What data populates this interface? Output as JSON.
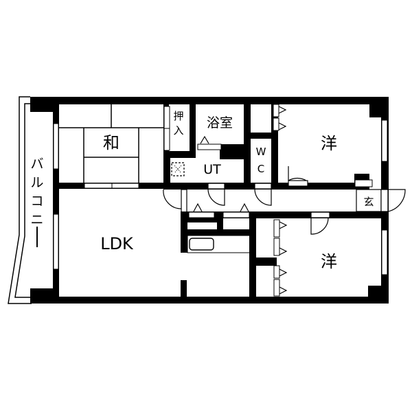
{
  "floorplan": {
    "colors": {
      "wall": "#000000",
      "background": "#ffffff",
      "line": "#000000"
    },
    "rooms": {
      "washitsu": {
        "label": "和"
      },
      "oshiire": {
        "label_1": "押",
        "label_2": "入"
      },
      "bathroom": {
        "label": "浴室"
      },
      "utility": {
        "label": "UT"
      },
      "wc": {
        "label_1": "W",
        "label_2": "C"
      },
      "western_room_1": {
        "label": "洋"
      },
      "western_room_2": {
        "label": "洋"
      },
      "ldk": {
        "label": "LDK"
      },
      "entrance": {
        "label": "玄"
      },
      "balcony": {
        "chars": [
          "バ",
          "ル",
          "コ",
          "ニ",
          "ー"
        ]
      }
    }
  }
}
